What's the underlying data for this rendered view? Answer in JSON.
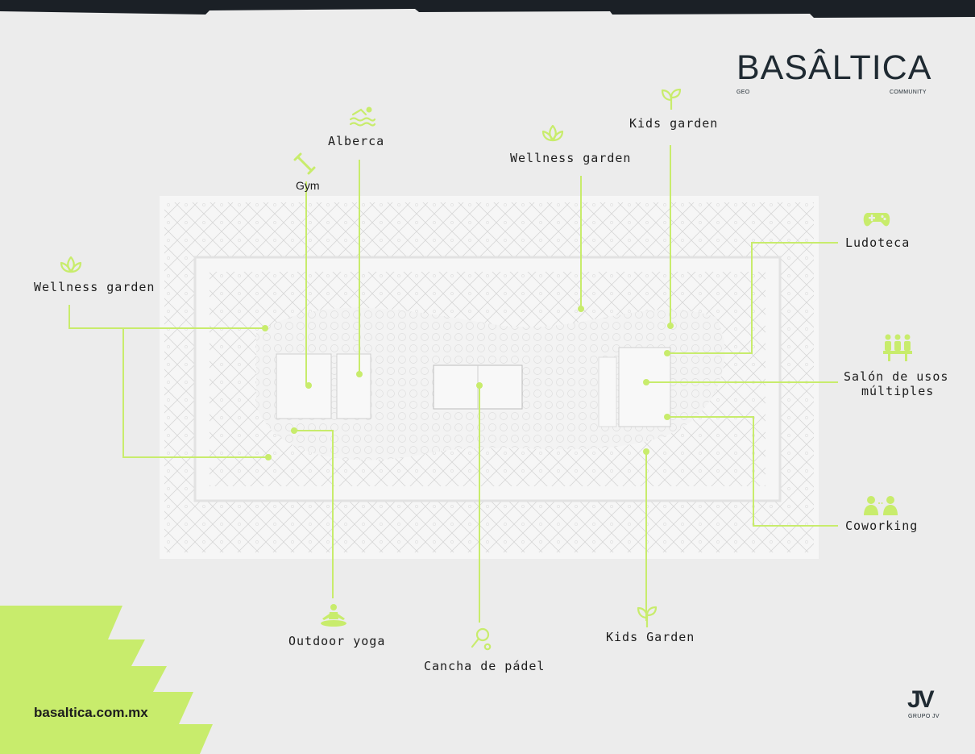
{
  "brand": {
    "name": "BASÂLTICA",
    "sub_left": "GEO",
    "sub_right": "COMMUNITY",
    "website": "basaltica.com.mx",
    "group_mark": "JV",
    "group_name": "GRUPO JV"
  },
  "colors": {
    "accent": "#c8ec6c",
    "dark": "#1b2026",
    "background": "#ececec"
  },
  "amenities": {
    "alberca": {
      "label": "Alberca",
      "icon": "swimmer-icon"
    },
    "gym": {
      "label": "Gym",
      "icon": "dumbbell-icon"
    },
    "wellness_top": {
      "label": "Wellness garden",
      "icon": "lotus-icon"
    },
    "kids_top": {
      "label": "Kids garden",
      "icon": "sprout-icon"
    },
    "wellness_left": {
      "label": "Wellness garden",
      "icon": "lotus-icon"
    },
    "ludoteca": {
      "label": "Ludoteca",
      "icon": "gamepad-icon"
    },
    "salon_line1": "Salón de usos",
    "salon_line2": "múltiples",
    "salon_icon": "meeting-icon",
    "coworking": {
      "label": "Coworking",
      "icon": "coworking-icon"
    },
    "kids_bottom": {
      "label": "Kids Garden",
      "icon": "sprout-icon"
    },
    "yoga": {
      "label": "Outdoor yoga",
      "icon": "yoga-icon"
    },
    "padel": {
      "label": "Cancha de pádel",
      "icon": "racket-icon"
    }
  }
}
